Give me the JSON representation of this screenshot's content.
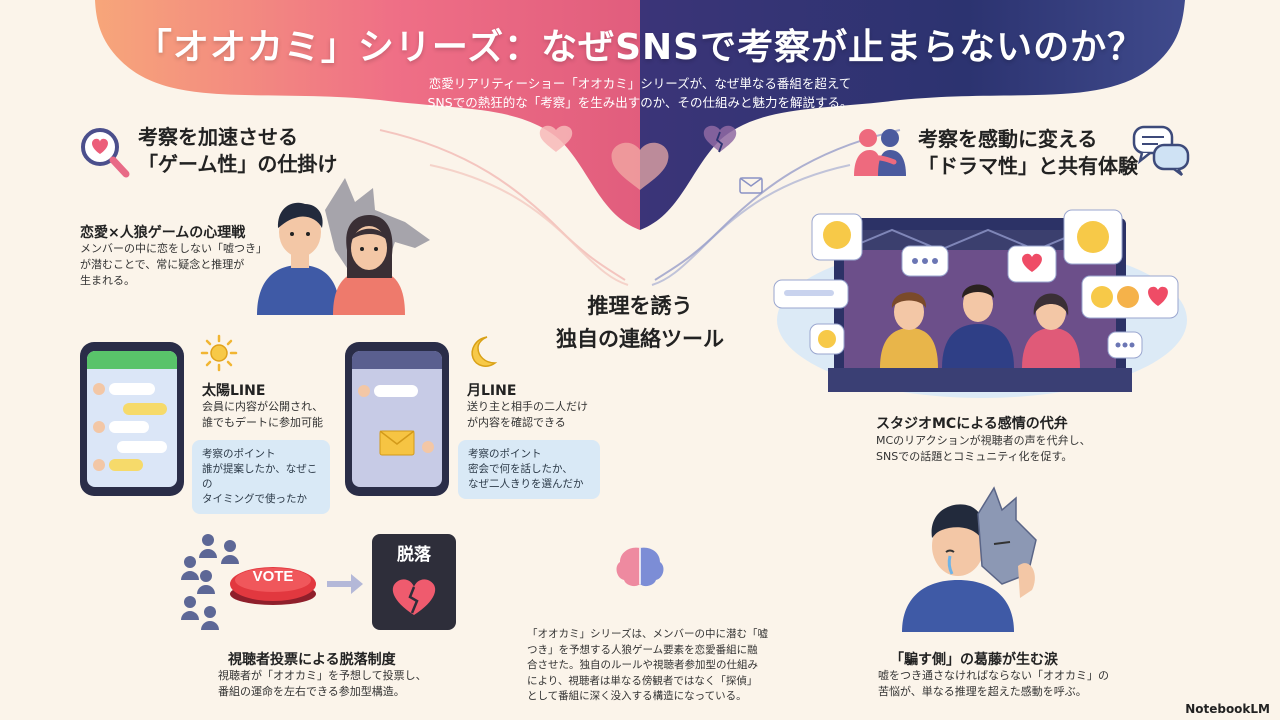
{
  "header": {
    "title": "「オオカミ」シリーズ：なぜSNSで考察が止まらないのか？",
    "subtitle_lines": [
      "恋愛リアリティーショー「オオカミ」シリーズが、なぜ単なる番組を超えて",
      "SNSでの熱狂的な「考察」を生み出すのか、その仕組みと魅力を解説する。"
    ]
  },
  "left_section": {
    "title_lines": [
      "考察を加速させる",
      "「ゲーム性」の仕掛け"
    ],
    "icon": "magnifier-heart-icon",
    "psych": {
      "heading": "恋愛×人狼ゲームの心理戦",
      "lines": [
        "メンバーの中に恋をしない「嘘つき」",
        "が潜むことで、常に疑念と推理が",
        "生まれる。"
      ]
    },
    "sun_line": {
      "heading": "太陽LINE",
      "lines": [
        "会員に内容が公開され、",
        "誰でもデートに参加可能"
      ],
      "hint_lines": [
        "考察のポイント",
        "誰が提案したか、なぜこの",
        "タイミングで使ったか"
      ],
      "icon": "sun-icon"
    },
    "moon_line": {
      "heading": "月LINE",
      "lines": [
        "送り主と相手の二人だけ",
        "が内容を確認できる"
      ],
      "hint_lines": [
        "考察のポイント",
        "密会で何を話したか、",
        "なぜ二人きりを選んだか"
      ],
      "icon": "moon-icon"
    },
    "vote": {
      "button_label": "VOTE",
      "drop_label": "脱落",
      "heading": "視聴者投票による脱落制度",
      "lines": [
        "視聴者が「オオカミ」を予想して投票し、",
        "番組の運命を左右できる参加型構造。"
      ]
    }
  },
  "center": {
    "title_lines": [
      "推理を誘う",
      "独自の連絡ツール"
    ],
    "bottom_lines": [
      "「オオカミ」シリーズは、メンバーの中に潜む「嘘",
      "つき」を予想する人狼ゲーム要素を恋愛番組に融",
      "合させた。独自のルールや視聴者参加型の仕組み",
      "により、視聴者は単なる傍観者ではなく「探偵」",
      "として番組に深く没入する構造になっている。"
    ]
  },
  "right_section": {
    "title_lines": [
      "考察を感動に変える",
      "「ドラマ性」と共有体験"
    ],
    "icon": "people-hug-icon",
    "studio": {
      "heading": "スタジオMCによる感情の代弁",
      "lines": [
        "MCのリアクションが視聴者の声を代弁し、",
        "SNSでの話題とコミュニティ化を促す。"
      ]
    },
    "tears": {
      "heading": "「騙す側」の葛藤が生む涙",
      "lines": [
        "嘘をつき通さなければならない「オオカミ」の",
        "苦悩が、単なる推理を超えた感動を呼ぶ。"
      ]
    }
  },
  "footer": {
    "logo": "NotebookLM"
  },
  "colors": {
    "pink": "#ec6a86",
    "orange": "#f59e7a",
    "navy": "#2d3570",
    "bg": "#fbf4ea",
    "line_green": "#59c36a"
  }
}
